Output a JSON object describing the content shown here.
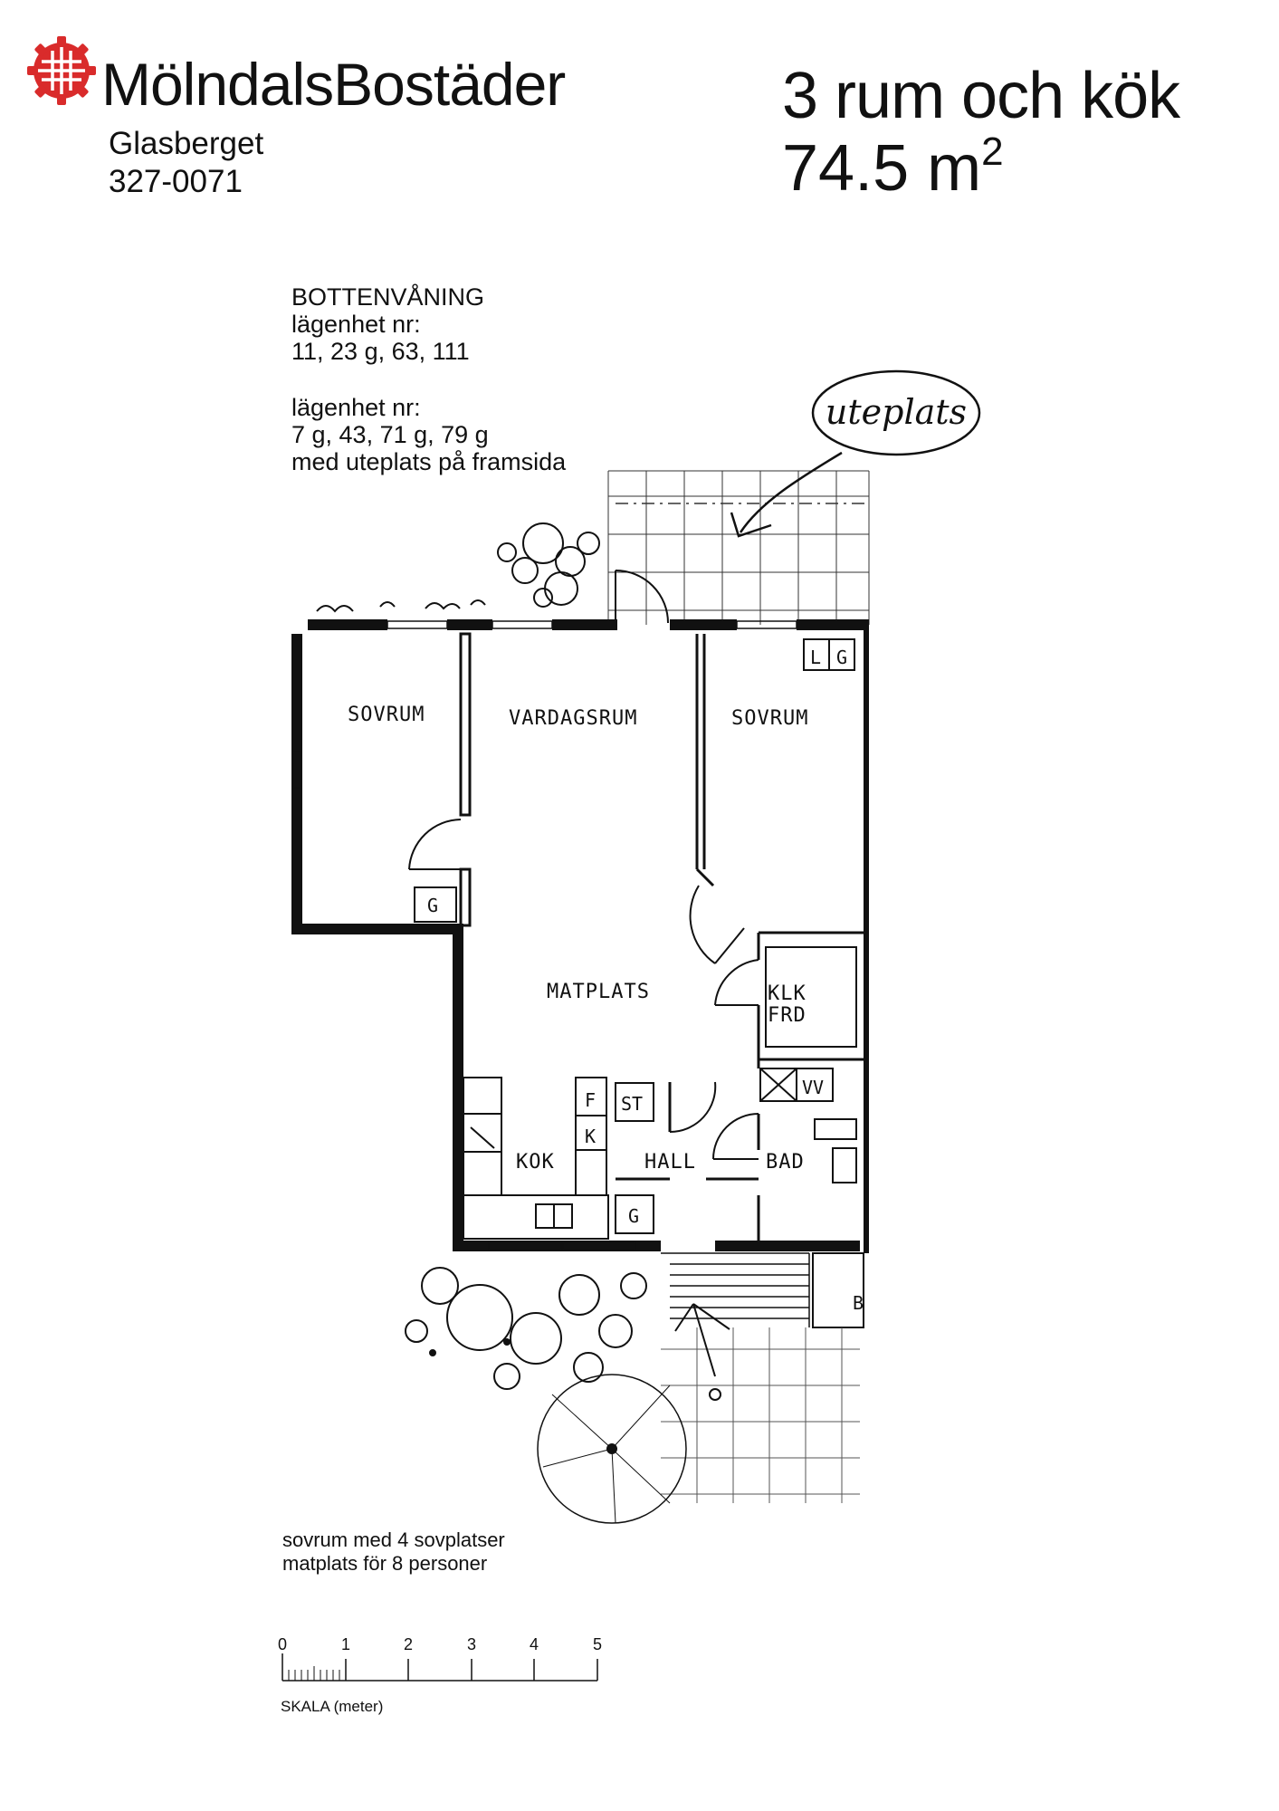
{
  "header": {
    "brand_name": "MölndalsBostäder",
    "area_name": "Glasberget",
    "area_code": "327-0071",
    "title_line1": "3 rum och kök",
    "title_area_value": "74.5 m",
    "title_area_exp": "2"
  },
  "info": {
    "floor": "BOTTENVÅNING",
    "apt_label_1": "lägenhet nr:",
    "apt_numbers_1": "11, 23 g, 63, 111",
    "apt_label_2": "lägenhet nr:",
    "apt_numbers_2": "7 g, 43, 71 g, 79 g",
    "apt_note_2": "med uteplats på framsida"
  },
  "annotation": {
    "handwritten": "uteplats"
  },
  "rooms": {
    "sovrum_left": "SOVRUM",
    "vardagsrum": "VARDAGSRUM",
    "sovrum_right": "SOVRUM",
    "matplats": "MATPLATS",
    "klk": "KLK",
    "frd": "FRD",
    "kok": "KOK",
    "hall": "HALL",
    "bad": "BAD"
  },
  "fixtures": {
    "l": "L",
    "g_top": "G",
    "g_left": "G",
    "f": "F",
    "k": "K",
    "st": "ST",
    "vv": "VV",
    "g_hall": "G",
    "b": "B"
  },
  "notes": {
    "line1": "sovrum med 4 sovplatser",
    "line2": "matplats för 8 personer"
  },
  "scale": {
    "ticks": [
      "0",
      "1",
      "2",
      "3",
      "4",
      "5"
    ],
    "label": "SKALA (meter)"
  },
  "colors": {
    "logo_red": "#d92b2b",
    "ink": "#111111"
  }
}
